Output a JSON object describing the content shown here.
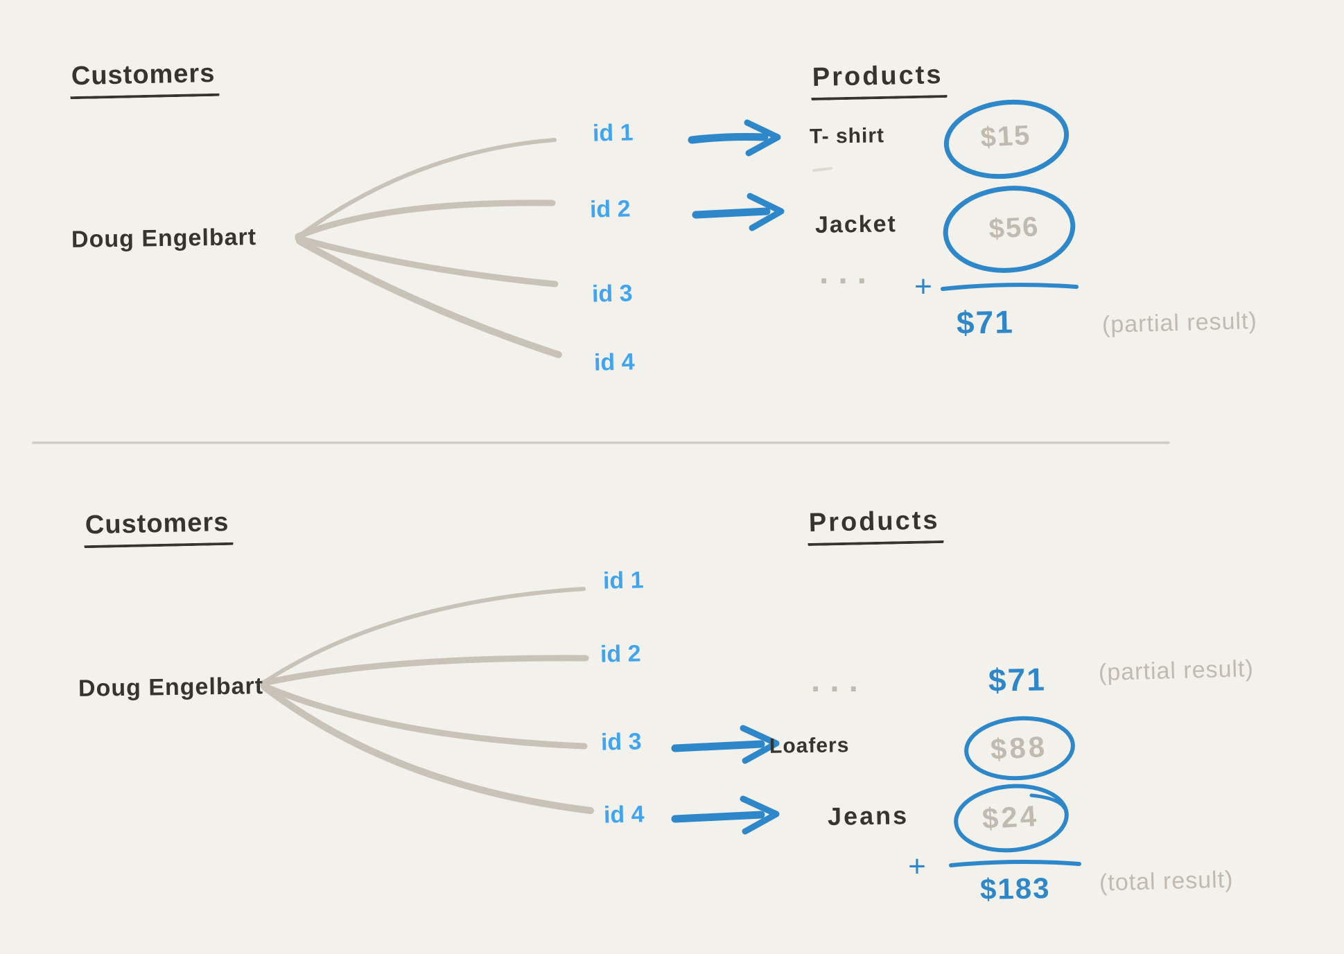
{
  "colors": {
    "background": "#f2f1ec",
    "ink": "#35342f",
    "muted_gray": "#c1bab0",
    "fan_line": "#c9c2b8",
    "id_blue": "#41a4f0",
    "accent_blue": "#2e87c9"
  },
  "top": {
    "customers_heading": "Customers",
    "customer_name": "Doug Engelbart",
    "products_heading": "Products",
    "ids": {
      "id1": "id 1",
      "id2": "id 2",
      "id3": "id 3",
      "id4": "id 4"
    },
    "matches": [
      {
        "product": "T- shirt",
        "price": "$15"
      },
      {
        "product": "Jacket",
        "price": "$56"
      }
    ],
    "ellipsis": "...",
    "plus": "+",
    "partial_sum": "$71",
    "partial_label": "(partial result)"
  },
  "bottom": {
    "customers_heading": "Customers",
    "customer_name": "Doug Engelbart",
    "products_heading": "Products",
    "ids": {
      "id1": "id 1",
      "id2": "id 2",
      "id3": "id 3",
      "id4": "id 4"
    },
    "ellipsis": "...",
    "carry_sum": "$71",
    "partial_label": "(partial result)",
    "matches": [
      {
        "product": "Loafers",
        "price": "$88"
      },
      {
        "product": "Jeans",
        "price": "$24"
      }
    ],
    "plus": "+",
    "total_sum": "$183",
    "total_label": "(total result)"
  }
}
